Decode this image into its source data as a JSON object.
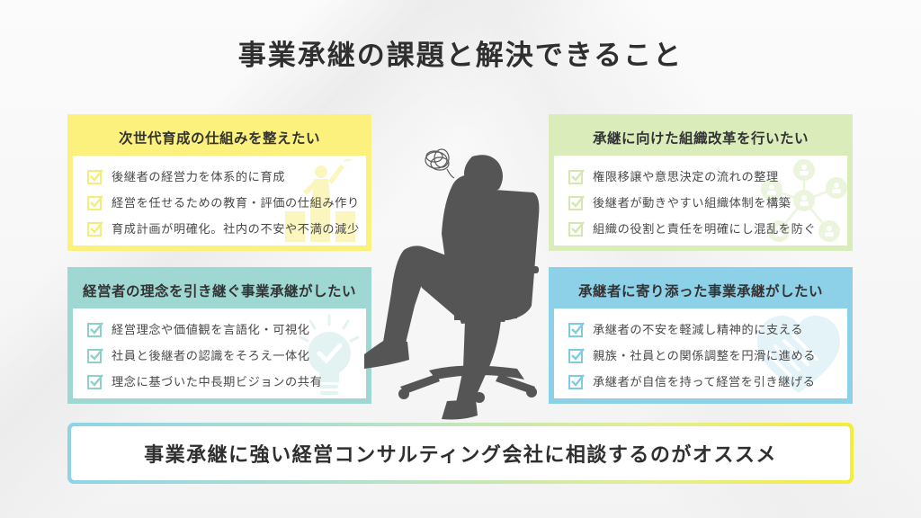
{
  "title": "事業承継の課題と解決できること",
  "cards": [
    {
      "id": "next-generation",
      "heading": "次世代育成の仕組みを整えたい",
      "color": "#fbf17c",
      "check_color": "#f5ec7a",
      "icon": "growth-chart-icon",
      "items": [
        "後継者の経営力を体系的に育成",
        "経営を任せるための教育・評価の仕組み作り",
        "育成計画が明確化。社内の不安や不満の減少"
      ]
    },
    {
      "id": "philosophy",
      "heading": "経営者の理念を引き継ぐ事業承継がしたい",
      "color": "#9fd8d3",
      "check_color": "#8fd0cb",
      "icon": "lightbulb-check-icon",
      "items": [
        "経営理念や価値観を言語化・可視化",
        "社員と後継者の認識をそろえ一体化",
        "理念に基づいた中長期ビジョンの共有"
      ]
    },
    {
      "id": "organization",
      "heading": "承継に向けた組織改革を行いたい",
      "color": "#d9ecb9",
      "check_color": "#d2e8ae",
      "icon": "network-people-icon",
      "items": [
        "権限移譲や意思決定の流れの整理",
        "後継者が動きやすい組織体制を構築",
        "組織の役割と責任を明確にし混乱を防ぐ"
      ]
    },
    {
      "id": "successor-support",
      "heading": "承継者に寄り添った事業承継がしたい",
      "color": "#8dd1e8",
      "check_color": "#7fcbe5",
      "icon": "handshake-heart-icon",
      "items": [
        "承継者の不安を軽減し精神的に支える",
        "親族・社員との関係調整を円滑に進める",
        "承継者が自信を持って経営を引き継げる"
      ]
    }
  ],
  "center_figure": "worried-businessman-silhouette",
  "cta": {
    "text": "事業承継に強い経営コンサルティング会社に相談するのがオススメ",
    "gradient": [
      "#8fd3e8",
      "#b6e2c8",
      "#e4ee92",
      "#f6ec3a"
    ]
  }
}
